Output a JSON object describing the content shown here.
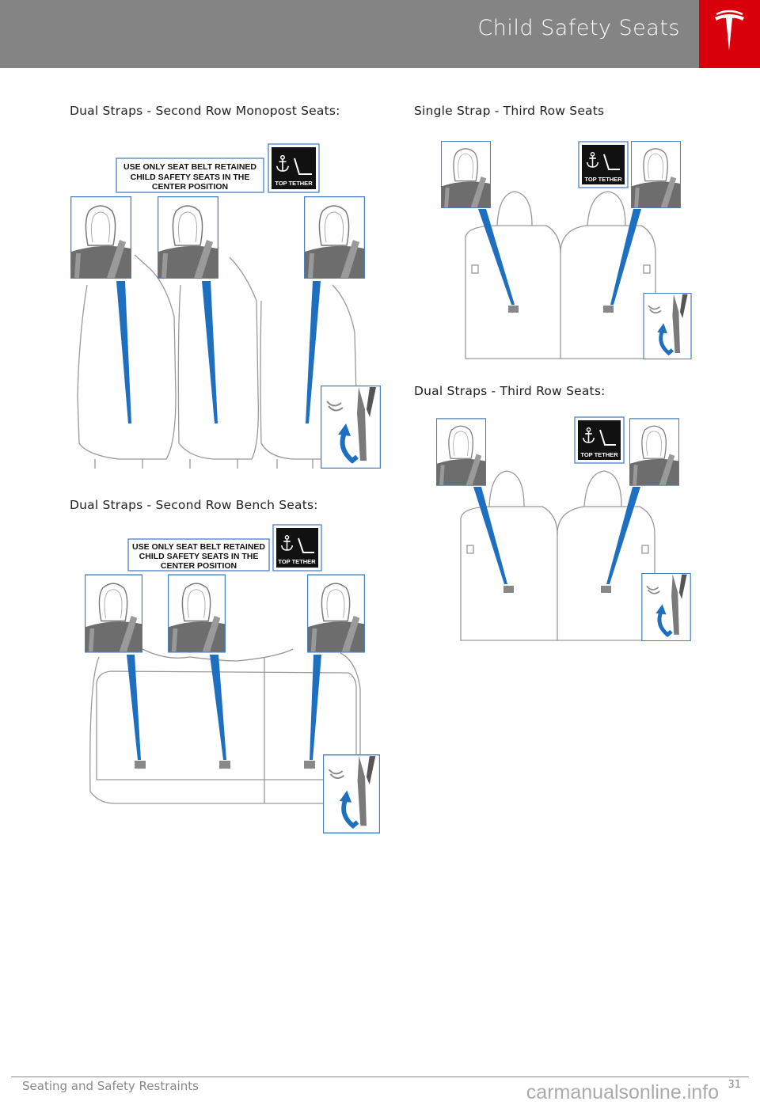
{
  "header": {
    "title": "Child Safety Seats",
    "logo": "tesla-logo"
  },
  "figures": {
    "monopost": {
      "caption": "Dual Straps - Second Row Monopost Seats:",
      "notice": [
        "USE ONLY SEAT BELT RETAINED",
        "CHILD SAFETY SEATS IN THE",
        "CENTER POSITION"
      ]
    },
    "bench": {
      "caption": "Dual Straps - Second Row Bench Seats:",
      "notice": [
        "USE ONLY SEAT BELT RETAINED",
        "CHILD SAFETY SEATS IN THE",
        "CENTER POSITION"
      ]
    },
    "third_single": {
      "caption": "Single Strap - Third Row Seats"
    },
    "third_dual": {
      "caption": "Dual Straps - Third Row Seats:"
    },
    "tether_label": "TOP TETHER"
  },
  "footer": {
    "section": "Seating and Safety Restraints",
    "page": "31",
    "watermark": "carmanualsonline.info"
  },
  "colors": {
    "header": "#848484",
    "brand": "#d8000b",
    "strap": "#1f6fc0",
    "inset_border": "#4a7fc1"
  }
}
